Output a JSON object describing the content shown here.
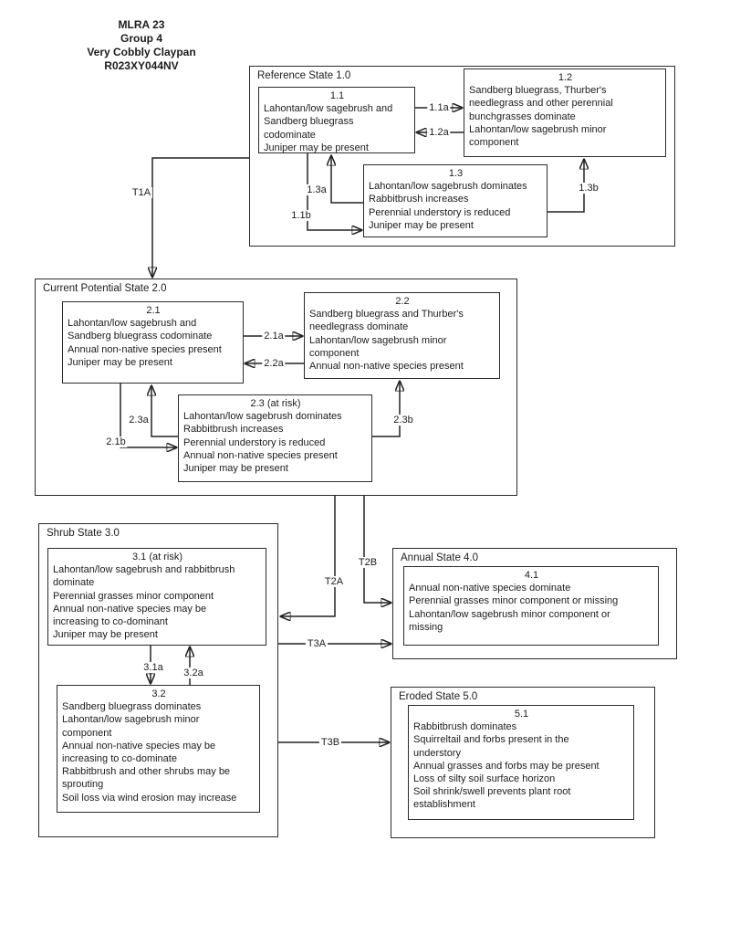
{
  "header": {
    "text": "MLRA 23\nGroup 4\nVery Cobbly Claypan\nR023XY044NV"
  },
  "states": {
    "reference": {
      "label": "Reference State 1.0"
    },
    "current": {
      "label": "Current Potential State 2.0"
    },
    "shrub": {
      "label": "Shrub State 3.0"
    },
    "annual": {
      "label": "Annual State 4.0"
    },
    "eroded": {
      "label": "Eroded State 5.0"
    }
  },
  "communities": {
    "c1_1": {
      "title": "1.1",
      "body": "Lahontan/low sagebrush and\nSandberg bluegrass\ncodominate\nJuniper may be present"
    },
    "c1_2": {
      "title": "1.2",
      "body": "Sandberg bluegrass, Thurber's\nneedlegrass and other perennial\nbunchgrasses dominate\nLahontan/low sagebrush minor\ncomponent"
    },
    "c1_3": {
      "title": "1.3",
      "body": "Lahontan/low sagebrush dominates\nRabbitbrush increases\nPerennial understory is reduced\nJuniper may be present"
    },
    "c2_1": {
      "title": "2.1",
      "body": "Lahontan/low sagebrush and\nSandberg bluegrass codominate\nAnnual non-native species present\nJuniper may be present"
    },
    "c2_2": {
      "title": "2.2",
      "body": "Sandberg bluegrass and Thurber's\nneedlegrass dominate\nLahontan/low sagebrush minor\ncomponent\nAnnual non-native species present"
    },
    "c2_3": {
      "title": "2.3 (at risk)",
      "body": "Lahontan/low sagebrush dominates\nRabbitbrush increases\nPerennial understory is reduced\nAnnual non-native species present\nJuniper may be present"
    },
    "c3_1": {
      "title": "3.1 (at risk)",
      "body": "Lahontan/low sagebrush and rabbitbrush\ndominate\nPerennial grasses minor component\nAnnual non-native species may be\nincreasing to co-dominant\nJuniper may be present"
    },
    "c3_2": {
      "title": "3.2",
      "body": "Sandberg bluegrass dominates\nLahontan/low sagebrush minor\ncomponent\nAnnual non-native species may be\nincreasing to co-dominate\nRabbitbrush and other shrubs may be\nsprouting\nSoil loss via wind erosion may increase"
    },
    "c4_1": {
      "title": "4.1",
      "body": "Annual non-native species dominate\nPerennial grasses minor component or missing\nLahontan/low sagebrush minor component or\nmissing"
    },
    "c5_1": {
      "title": "5.1",
      "body": "Rabbitbrush dominates\nSquirreltail and forbs present in the\nunderstory\nAnnual grasses and forbs may be present\nLoss of silty soil surface horizon\nSoil shrink/swell prevents plant root\nestablishment"
    }
  },
  "pathways": {
    "p1_1a": "1.1a",
    "p1_2a": "1.2a",
    "p1_3a": "1.3a",
    "p1_1b": "1.1b",
    "p1_3b": "1.3b",
    "p2_1a": "2.1a",
    "p2_2a": "2.2a",
    "p2_3a": "2.3a",
    "p2_1b": "2.1b",
    "p2_3b": "2.3b",
    "p3_1a": "3.1a",
    "p3_2a": "3.2a"
  },
  "transitions": {
    "t1a": "T1A",
    "t2a": "T2A",
    "t2b": "T2B",
    "t3a": "T3A",
    "t3b": "T3B"
  },
  "colors": {
    "line": "#222222",
    "background": "#ffffff"
  }
}
